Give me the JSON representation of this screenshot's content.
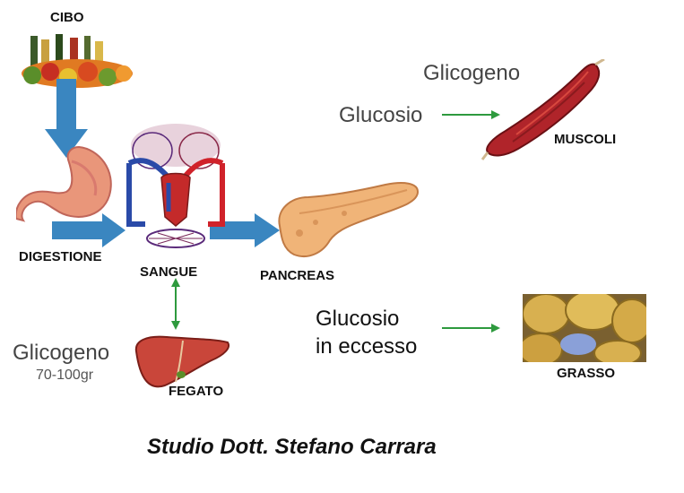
{
  "labels": {
    "cibo": "CIBO",
    "digestione": "DIGESTIONE",
    "sangue": "SANGUE",
    "pancreas": "PANCREAS",
    "muscoli": "MUSCOLI",
    "grasso": "GRASSO",
    "fegato": "FEGATO"
  },
  "annotations": {
    "glicogeno_muscle": "Glicogeno",
    "glucosio_muscle": "Glucosio",
    "glucosio_excess_line1": "Glucosio",
    "glucosio_excess_line2": "in eccesso",
    "glicogeno_liver": "Glicogeno",
    "glicogeno_liver_amount": "70-100gr"
  },
  "footer": {
    "credit": "Studio Dott. Stefano Carrara"
  },
  "colors": {
    "flow_arrow": "#3a86c0",
    "thin_arrow": "#2e9a3e",
    "artery": "#d0222a",
    "vein": "#2a4aa8"
  },
  "icons": {
    "food": "food-icon",
    "stomach": "stomach-icon",
    "heart": "heart-circulation-icon",
    "pancreas": "pancreas-icon",
    "muscle": "muscle-icon",
    "fat": "fat-cells-icon",
    "liver": "liver-icon"
  }
}
